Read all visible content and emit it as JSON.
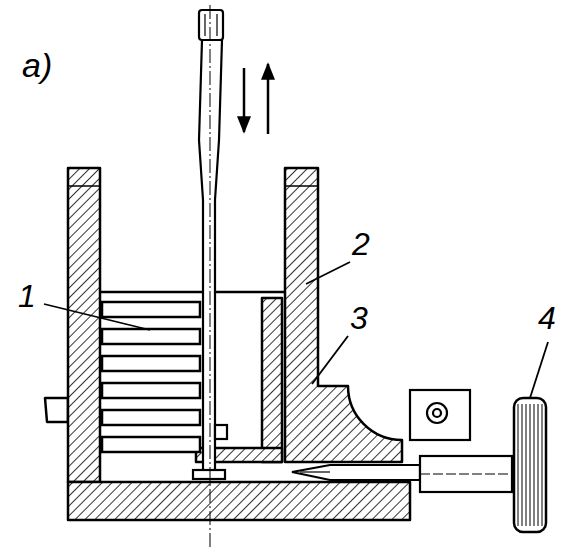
{
  "diagram": {
    "labels": [
      "a)",
      "1",
      "2",
      "3",
      "4"
    ]
  }
}
